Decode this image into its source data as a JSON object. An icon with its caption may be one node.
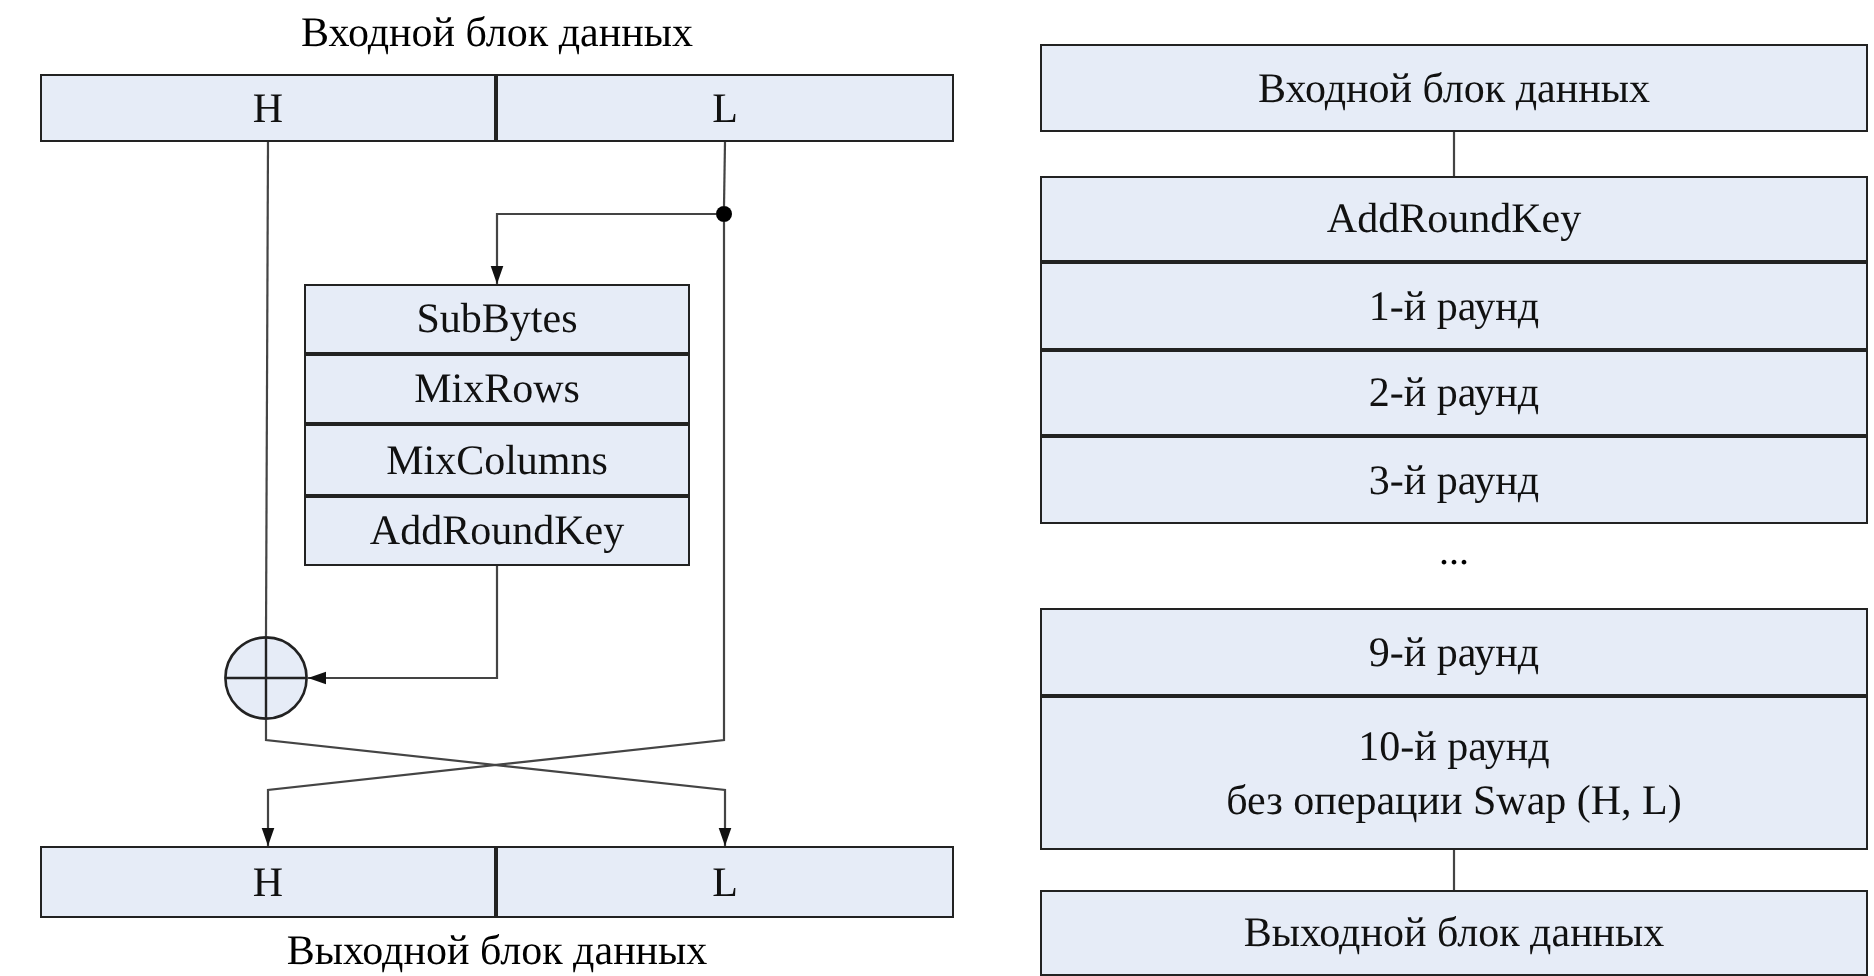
{
  "diagram": {
    "nodes": [
      {
        "text": [
          "Входной блок данных"
        ]
      },
      {
        "text": [
          "H"
        ],
        "in": 0
      },
      {
        "text": [
          "L"
        ],
        "in": 0
      },
      {
        "text": [],
        "shape": "circle"
      },
      {
        "text": [
          "SubBytes"
        ]
      },
      {
        "text": [
          "MixRows"
        ]
      },
      {
        "text": [
          "MixColumns"
        ]
      },
      {
        "text": [
          "AddRoundKey"
        ]
      },
      {
        "text": [],
        "shape": "circle"
      },
      {
        "text": [
          "Выходной блок данных"
        ]
      },
      {
        "text": [
          "H"
        ],
        "in": 9
      },
      {
        "text": [
          "L"
        ],
        "in": 9
      },
      {
        "text": [
          "Входной блок данных"
        ]
      },
      {
        "text": [
          "AddRoundKey"
        ]
      },
      {
        "text": [
          "1-й раунд"
        ]
      },
      {
        "text": [
          "2-й раунд"
        ]
      },
      {
        "text": [
          "3-й раунд"
        ]
      },
      {
        "text": [
          "9-й раунд"
        ]
      },
      {
        "text": [
          "10-й раунд",
          "без операции Swap (H, L)"
        ]
      },
      {
        "text": [
          "Выходной блок данных"
        ]
      }
    ],
    "edges": [
      {
        "from": 2,
        "to": 3,
        "arrow": "none"
      },
      {
        "from": 3,
        "to": 4,
        "arrow": "to"
      },
      {
        "from": 1,
        "to": 8,
        "arrow": "none"
      },
      {
        "from": 7,
        "to": 8,
        "arrow": "to"
      },
      {
        "from": 8,
        "to": 11,
        "arrow": "to"
      },
      {
        "from": 3,
        "to": 10,
        "arrow": "to"
      },
      {
        "from": 12,
        "to": 13,
        "arrow": "none"
      },
      {
        "from": 18,
        "to": 19,
        "arrow": "none"
      }
    ],
    "labels": [
      "..."
    ]
  }
}
